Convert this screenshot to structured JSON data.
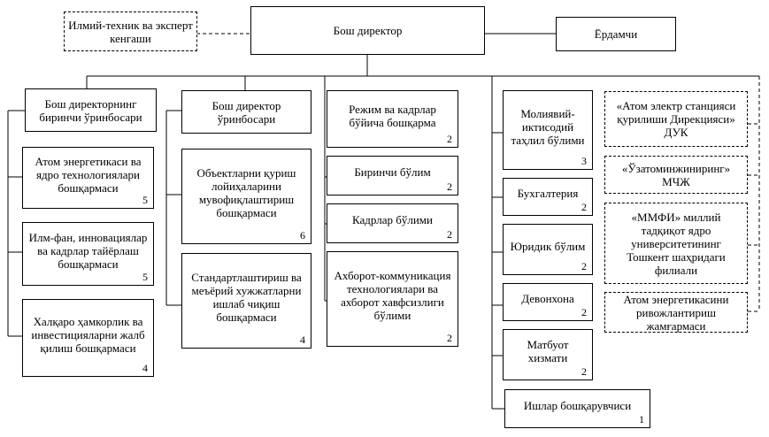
{
  "top": {
    "council": "Илмий-техник ва эксперт кенгаши",
    "director": "Бош директор",
    "assistant": "Ёрдамчи"
  },
  "col1": [
    {
      "label": "Бош директорнинг биринчи ўринбосари",
      "num": ""
    },
    {
      "label": "Атом энергетикаси ва ядро технологиялари бошқармаси",
      "num": "5"
    },
    {
      "label": "Илм-фан, инновациялар ва кадрлар тайёрлаш бошқармаси",
      "num": "5"
    },
    {
      "label": "Халқаро ҳамкорлик ва инвестицияларни жалб қилиш бошқармаси",
      "num": "4"
    }
  ],
  "col2": [
    {
      "label": "Бош директор ўринбосари",
      "num": ""
    },
    {
      "label": "Объектларни қуриш лойиҳаларини мувофиқлаштириш бошқармаси",
      "num": "6"
    },
    {
      "label": "Стандартлаштириш ва меъёрий хужжатларни ишлаб чиқиш бошқармаси",
      "num": "4"
    }
  ],
  "col3": [
    {
      "label": "Режим ва кадрлар бўйича бошқарма",
      "num": "2"
    },
    {
      "label": "Биринчи бўлим",
      "num": "2"
    },
    {
      "label": "Кадрлар бўлими",
      "num": "2"
    },
    {
      "label": "Ахборот-коммуникация технологиялари ва ахборот хавфсизлиги бўлими",
      "num": "2"
    }
  ],
  "col4": [
    {
      "label": "Молиявий-иктисодий таҳлил бўлими",
      "num": "3"
    },
    {
      "label": "Бухгалтерия",
      "num": "2"
    },
    {
      "label": "Юридик бўлим",
      "num": "2"
    },
    {
      "label": "Девонхона",
      "num": "2"
    },
    {
      "label": "Матбуот хизмати",
      "num": "2"
    },
    {
      "label": "Ишлар бошқарувчиси",
      "num": "1"
    }
  ],
  "col5": [
    {
      "label": "«Атом электр станцияси қурилиши Дирекцияси» ДУК"
    },
    {
      "label": "«Ўзатоминжиниринг» МЧЖ"
    },
    {
      "label": "«ММФИ» миллий тадқиқот ядро университетининг Тошкент шаҳридаги филиали"
    },
    {
      "label": "Атом энергетикасини ривожлантириш жамғармаси"
    }
  ]
}
